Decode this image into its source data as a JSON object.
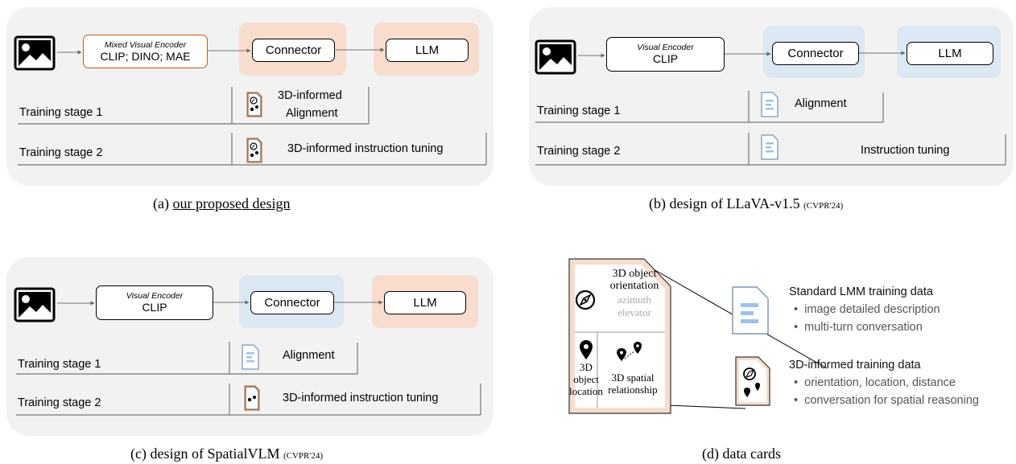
{
  "panel_a": {
    "encoder_title": "Mixed Visual Encoder",
    "encoder_models": "CLIP; DINO; MAE",
    "connector": "Connector",
    "llm": "LLM",
    "stage1": "Training stage 1",
    "stage2": "Training stage 2",
    "stage1_data_line1": "3D-informed",
    "stage1_data_line2": "Alignment",
    "stage2_data": "3D-informed instruction tuning",
    "caption_prefix": "(a) ",
    "caption_main": "our proposed design"
  },
  "panel_b": {
    "encoder_title": "Visual Encoder",
    "encoder_models": "CLIP",
    "connector": "Connector",
    "llm": "LLM",
    "stage1": "Training stage 1",
    "stage2": "Training stage 2",
    "stage1_data": "Alignment",
    "stage2_data": "Instruction tuning",
    "caption_main": "(b) design of LLaVA-v1.5 ",
    "caption_venue": "(CVPR'24)"
  },
  "panel_c": {
    "encoder_title": "Visual Encoder",
    "encoder_models": "CLIP",
    "connector": "Connector",
    "llm": "LLM",
    "stage1": "Training stage 1",
    "stage2": "Training stage 2",
    "stage1_data": "Alignment",
    "stage2_data": "3D-informed instruction tuning",
    "caption_main": "(c) design of SpatialVLM ",
    "caption_venue": "(CVPR'24)"
  },
  "panel_d": {
    "card_orientation_line1": "3D object",
    "card_orientation_line2": "orientation",
    "card_azimuth": "azimuth",
    "card_elevator": "elevator",
    "card_location_line1": "3D",
    "card_location_line2": "object",
    "card_location_line3": "location",
    "card_spatial_line1": "3D spatial",
    "card_spatial_line2": "relationship",
    "standard_title": "Standard LMM training data",
    "standard_bullets": [
      "image detailed description",
      "multi-turn conversation"
    ],
    "informed_title": "3D-informed training data",
    "informed_bullets": [
      "orientation, location, distance",
      "conversation for spatial reasoning"
    ],
    "caption": "(d) data cards"
  },
  "colors": {
    "orange_shade": "#f8dccd",
    "blue_shade": "#dce8f3",
    "encoder_border_orange": "#c55a11",
    "panel_bg": "#f2f2f2"
  },
  "icons": [
    "image-icon",
    "document-icon",
    "3d-data-card-icon",
    "compass-icon",
    "location-pin-icon"
  ]
}
